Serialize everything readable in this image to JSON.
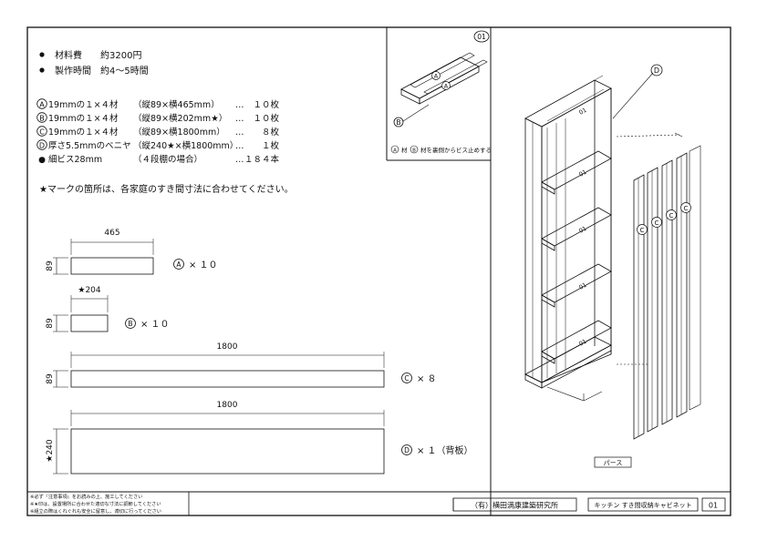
{
  "header": {
    "cost_label": "材料費",
    "cost_value": "約3200円",
    "time_label": "製作時間",
    "time_value": "約4～5時間"
  },
  "materials": [
    {
      "mark": "A",
      "name": "19mmの１×４材",
      "size": "（縦89×横465mm）",
      "dots": "…",
      "qty": "１０枚"
    },
    {
      "mark": "B",
      "name": "19mmの１×４材",
      "size": "（縦89×横202mm★）",
      "dots": "…",
      "qty": "１０枚"
    },
    {
      "mark": "C",
      "name": "19mmの１×４材",
      "size": "（縦89×横1800mm）",
      "dots": "…",
      "qty": "８枚"
    },
    {
      "mark": "D",
      "name": "厚さ5.5mmのベニヤ",
      "size": "（縦240★×横1800mm）",
      "dots": "…",
      "qty": "１枚"
    },
    {
      "mark": "●",
      "name": "細ビス28mm",
      "size": "（４段棚の場合）",
      "dots": "…",
      "qty": "１８４本"
    }
  ],
  "note": "★マークの箇所は、各家庭のすき間寸法に合わせてください。",
  "parts": [
    {
      "width_label": "465",
      "height_label": "89",
      "mark": "A",
      "count": "× １０"
    },
    {
      "width_label": "★204",
      "height_label": "89",
      "mark": "B",
      "count": "× １０"
    },
    {
      "width_label": "1800",
      "height_label": "89",
      "mark": "C",
      "count": "× ８"
    },
    {
      "width_label": "1800",
      "height_label": "★240",
      "mark": "D",
      "count": "× １（背板）"
    }
  ],
  "detail": {
    "page_badge": "01",
    "part_label_a": "A",
    "part_label_b": "B",
    "caption_mark_a": "A",
    "caption_mid": "材",
    "caption_mark_b": "B",
    "caption_rest": "材を裏側からビス止めする"
  },
  "isometric": {
    "label_d": "D",
    "label_c": "C",
    "shelf_number": "01",
    "view_label": "パース"
  },
  "footer": {
    "warnings": [
      "※必ず『注意事項』をお読みの上、施工してください",
      "※★印は、設置場所に合わせた適切な寸法に調節してください",
      "※組立の際はくれぐれも安全に留意し、適切に行ってください"
    ],
    "company": "（有）横田満康建築研究所",
    "title": "キッチン すき間収納キャビネット",
    "page": "01"
  },
  "colors": {
    "ink": "#111111",
    "paper": "#ffffff"
  }
}
